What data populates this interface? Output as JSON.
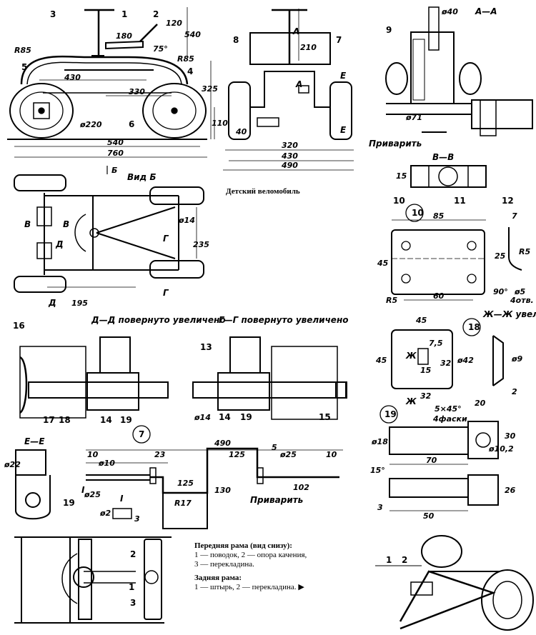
{
  "title": "Детский веломобиль",
  "views": {
    "side": {
      "labels": [
        "1",
        "2",
        "3",
        "4",
        "5",
        "6"
      ],
      "dims": [
        "180",
        "120",
        "540",
        "75°",
        "R85",
        "R85",
        "430",
        "330",
        "325",
        "ø220",
        "110",
        "540",
        "760",
        "Б"
      ]
    },
    "front": {
      "labels": [
        "7",
        "8",
        "А",
        "А",
        "Е",
        "Е"
      ],
      "dims": [
        "210",
        "40",
        "320",
        "430",
        "490"
      ]
    },
    "view_b": {
      "title": "Вид Б",
      "letters": [
        "В",
        "В",
        "Д",
        "Д",
        "Г",
        "Г"
      ],
      "dims": [
        "ø14",
        "235",
        "195"
      ]
    },
    "section_aa": {
      "title": "А—А",
      "labels": [
        "9"
      ],
      "dims": [
        "ø40",
        "ø71"
      ],
      "weld": "Приварить"
    },
    "section_bb": {
      "title": "В—В",
      "labels": [
        "10",
        "11",
        "12"
      ],
      "dims": [
        "15"
      ]
    },
    "part10": {
      "num": "10",
      "dims": [
        "85",
        "7",
        "45",
        "25",
        "R5",
        "60",
        "R5",
        "90°",
        "ø5",
        "4отв."
      ]
    },
    "section_dd": {
      "title": "Д—Д повернуто увеличено",
      "labels": [
        "16",
        "17",
        "18",
        "14",
        "19"
      ]
    },
    "section_gg": {
      "title": "Г—Г повернуто увеличено",
      "labels": [
        "13",
        "14",
        "19",
        "15"
      ],
      "dims": [
        "ø14"
      ]
    },
    "part18": {
      "num": "18",
      "dims": [
        "45",
        "45",
        "7,5",
        "ø42",
        "32",
        "ø9",
        "15",
        "32",
        "2"
      ],
      "section_title": "Ж—Ж увеличено",
      "letters": [
        "Ж",
        "Ж"
      ]
    },
    "part19": {
      "num": "19",
      "dims": [
        "20",
        "5×45°",
        "4фаски",
        "ø18",
        "30",
        "ø10,2",
        "70",
        "15°",
        "26",
        "3",
        "50"
      ]
    },
    "axle7": {
      "num": "7",
      "dims": [
        "490",
        "10",
        "ø10",
        "23",
        "125",
        "ø25",
        "5",
        "10",
        "ø25",
        "125",
        "130",
        "102",
        "R17",
        "ø2",
        "3"
      ],
      "letters": [
        "I",
        "I"
      ],
      "weld": "Приварить"
    },
    "section_ee": {
      "title": "Е—Е",
      "labels": [
        "19"
      ],
      "dims": [
        "ø22"
      ]
    },
    "front_frame": {
      "labels": [
        "1",
        "2",
        "3"
      ]
    },
    "rear_frame": {
      "labels": [
        "1",
        "2"
      ]
    }
  },
  "captions": {
    "front_title": "Передняя рама (вид снизу):",
    "front_line1": "1 — поводок, 2 — опора качения,",
    "front_line2": "3 — перекладина.",
    "rear_title": "Задняя рама:",
    "rear_line1": "1 — штырь, 2 — перекладина.",
    "arrow": "▶"
  }
}
